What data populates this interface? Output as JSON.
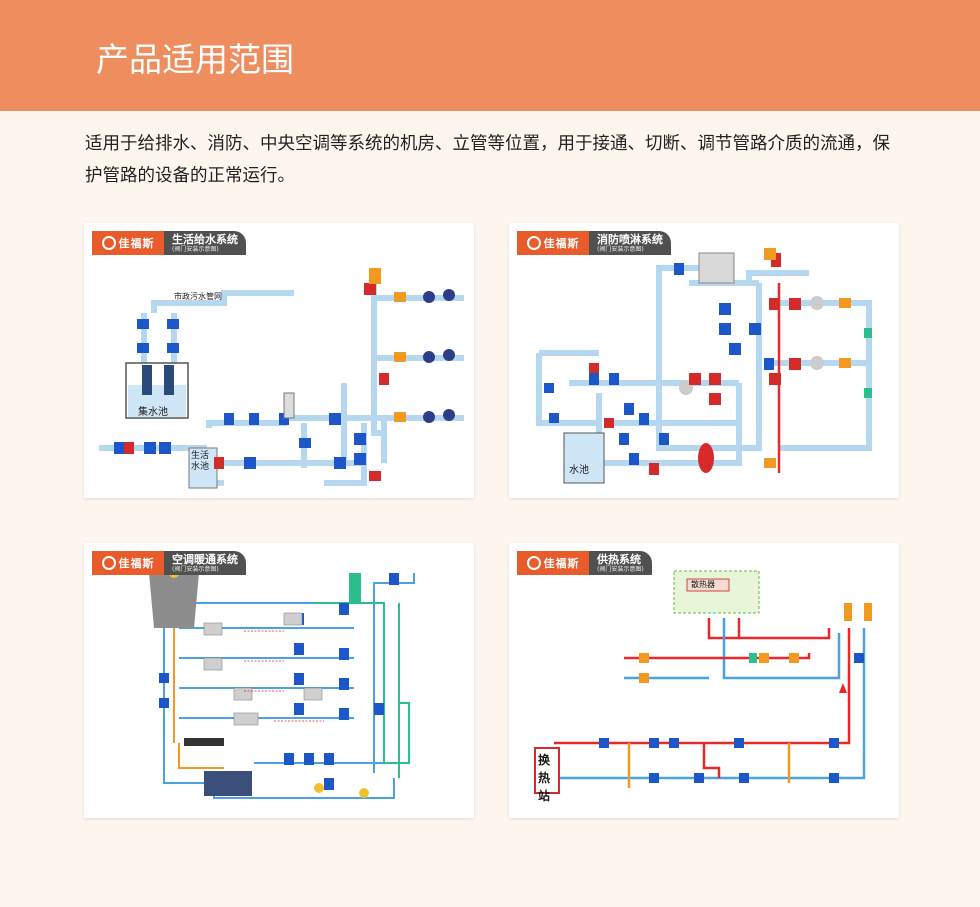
{
  "header": {
    "title": "产品适用范围"
  },
  "intro": {
    "text": "适用于给排水、消防、中央空调等系统的机房、立管等位置，用于接通、切断、调节管路介质的流通，保护管路的设备的正常运行。"
  },
  "brand": "佳福斯",
  "subtitle": "(阀门安装示意图)",
  "cards": [
    {
      "title": "生活给水系统",
      "labels": {
        "network": "市政污水管网",
        "pool": "集水池",
        "tank": "生活水池"
      }
    },
    {
      "title": "消防喷淋系统",
      "labels": {
        "pool": "水池"
      }
    },
    {
      "title": "空调暖通系统"
    },
    {
      "title": "供热系统",
      "labels": {
        "radiator": "散热器",
        "station": "换热站"
      }
    }
  ],
  "colors": {
    "header": "#ee8d5e",
    "pipe_blue": "#b5d8f0",
    "pipe_red": "#e8282b",
    "pipe_cyan": "#4aa3e0",
    "pipe_green": "#2bbf8e",
    "valve_blue": "#1d56c8",
    "valve_red": "#d32a2a",
    "valve_orange": "#f19a1f"
  }
}
